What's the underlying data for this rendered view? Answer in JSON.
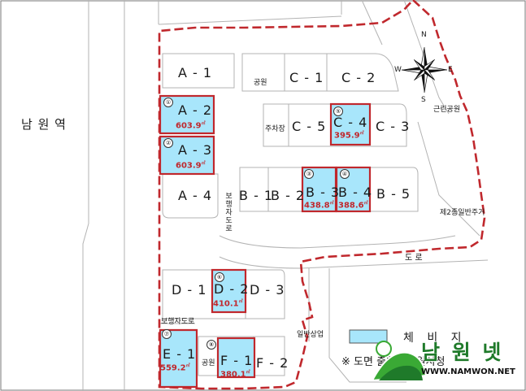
{
  "station": "남 원 역",
  "lots": [
    {
      "id": "A-1",
      "label": "A - 1"
    },
    {
      "id": "A-2",
      "label": "A - 2",
      "area": "603.9",
      "num": "①"
    },
    {
      "id": "A-3",
      "label": "A - 3",
      "area": "603.9",
      "num": "②"
    },
    {
      "id": "A-4",
      "label": "A - 4"
    },
    {
      "id": "B-1",
      "label": "B - 1"
    },
    {
      "id": "B-2",
      "label": "B - 2"
    },
    {
      "id": "B-3",
      "label": "B - 3",
      "area": "438.8",
      "num": "③"
    },
    {
      "id": "B-4",
      "label": "B - 4",
      "area": "388.6",
      "num": "④"
    },
    {
      "id": "B-5",
      "label": "B - 5"
    },
    {
      "id": "C-1",
      "label": "C - 1"
    },
    {
      "id": "C-2",
      "label": "C - 2"
    },
    {
      "id": "C-3",
      "label": "C - 3"
    },
    {
      "id": "C-4",
      "label": "C - 4",
      "area": "395.9",
      "num": "⑤"
    },
    {
      "id": "C-5",
      "label": "C - 5"
    },
    {
      "id": "D-1",
      "label": "D - 1"
    },
    {
      "id": "D-2",
      "label": "D - 2",
      "area": "410.1",
      "num": "⑥"
    },
    {
      "id": "D-3",
      "label": "D - 3"
    },
    {
      "id": "E-1",
      "label": "E - 1",
      "area": "559.2",
      "num": "⑦"
    },
    {
      "id": "F-1",
      "label": "F - 1",
      "area": "380.1",
      "num": "⑧"
    },
    {
      "id": "F-2",
      "label": "F - 2"
    }
  ],
  "area_unit": "㎡",
  "labels": {
    "park_c": "공원",
    "parking": "주차장",
    "park_f": "공원",
    "pedestrian_road_vertical": "보행자도로",
    "pedestrian_road_bottom": "보행자도로",
    "neighborhood_park": "근린공원",
    "residential_zone": "제2종일반주거",
    "road": "도 로",
    "commercial_zone": "일반상업"
  },
  "compass": {
    "n": "N",
    "e": "E",
    "s": "S",
    "w": "W"
  },
  "legend": {
    "label": "체 비 지",
    "note": "※ 도면 출처 : 남원시청",
    "swatch_color": "#a8e6fb"
  },
  "colors": {
    "highlight_fill": "#a8e6fb",
    "highlight_stroke": "#c0282d",
    "boundary": "#c0282d",
    "road_line": "#b0b0b0"
  },
  "brand": {
    "name": "남 원 넷",
    "url": "WWW.NAMWON.NET"
  }
}
